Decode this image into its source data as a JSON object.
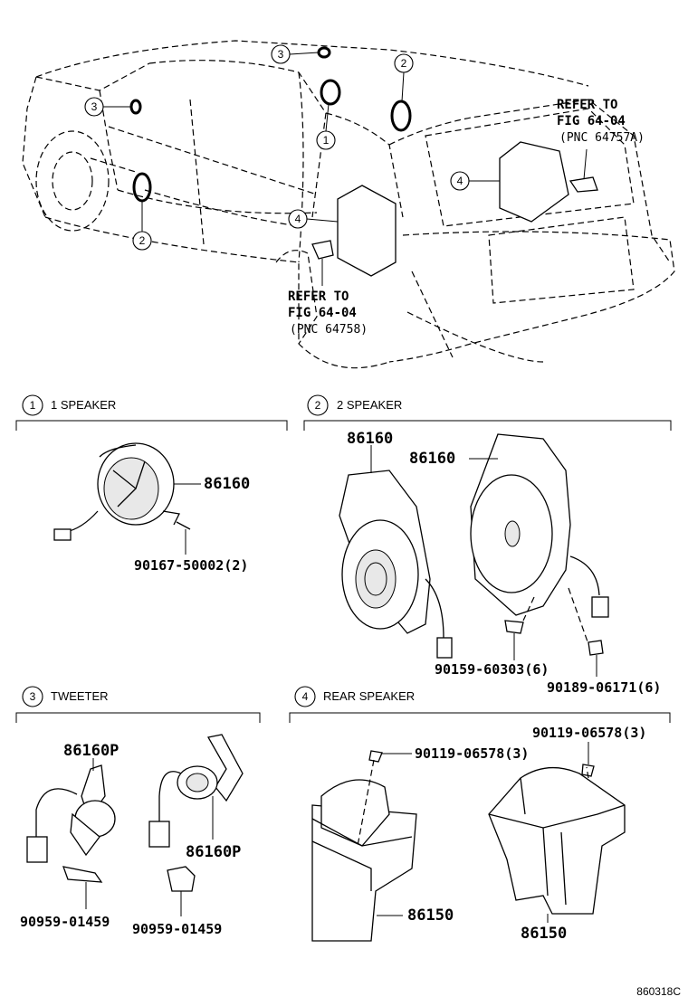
{
  "figure_code": "860318C",
  "references": {
    "rear_bracket": {
      "line1": "REFER TO",
      "line2": "FIG 64-04",
      "line3": "(PNC 64757A)"
    },
    "side_bracket": {
      "line1": "REFER TO",
      "line2": "FIG 64-04",
      "line3": "(PNC 64758)"
    }
  },
  "callouts": {
    "c1": "1",
    "c2": "2",
    "c3": "3",
    "c4": "4"
  },
  "sections": [
    {
      "num": "1",
      "title": "1 SPEAKER"
    },
    {
      "num": "2",
      "title": "2 SPEAKER"
    },
    {
      "num": "3",
      "title": "TWEETER"
    },
    {
      "num": "4",
      "title": "REAR SPEAKER"
    }
  ],
  "parts": {
    "s1_speaker": "86160",
    "s1_screw": "90167-50002(2)",
    "s2_speaker_a": "86160",
    "s2_speaker_b": "86160",
    "s2_screw": "90159-60303(6)",
    "s2_nut": "90189-06171(6)",
    "s3_tweeter_a": "86160P",
    "s3_tweeter_b": "86160P",
    "s3_clip_a": "90959-01459",
    "s3_clip_b": "90959-01459",
    "s4_screw_a": "90119-06578(3)",
    "s4_screw_b": "90119-06578(3)",
    "s4_speaker_a": "86150",
    "s4_speaker_b": "86150"
  }
}
